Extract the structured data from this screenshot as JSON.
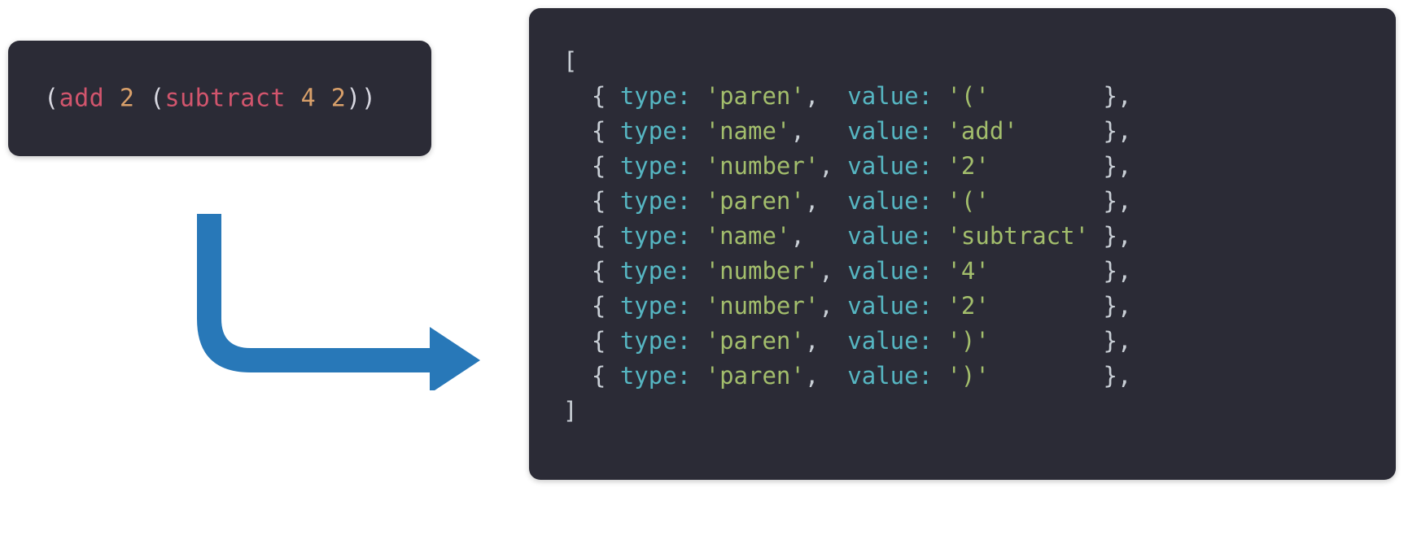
{
  "source": {
    "label": "source-code",
    "tokens": [
      {
        "text": "(",
        "kind": "paren"
      },
      {
        "text": "add",
        "kind": "name"
      },
      {
        "text": " ",
        "kind": "plain"
      },
      {
        "text": "2",
        "kind": "number"
      },
      {
        "text": " ",
        "kind": "plain"
      },
      {
        "text": "(",
        "kind": "paren"
      },
      {
        "text": "subtract",
        "kind": "name"
      },
      {
        "text": " ",
        "kind": "plain"
      },
      {
        "text": "4",
        "kind": "number"
      },
      {
        "text": " ",
        "kind": "plain"
      },
      {
        "text": "2",
        "kind": "number"
      },
      {
        "text": ")",
        "kind": "paren"
      },
      {
        "text": ")",
        "kind": "paren"
      }
    ],
    "plain_text": "(add 2 (subtract 4 2))"
  },
  "arrow": {
    "name": "flow-arrow",
    "direction": "down-then-right",
    "color": "#2878b8"
  },
  "tokens_output": {
    "open_bracket": "[",
    "close_bracket": "]",
    "rows": [
      {
        "type": "paren",
        "value": "("
      },
      {
        "type": "name",
        "value": "add"
      },
      {
        "type": "number",
        "value": "2"
      },
      {
        "type": "paren",
        "value": "("
      },
      {
        "type": "name",
        "value": "subtract"
      },
      {
        "type": "number",
        "value": "4"
      },
      {
        "type": "number",
        "value": "2"
      },
      {
        "type": "paren",
        "value": ")"
      },
      {
        "type": "paren",
        "value": ")"
      }
    ],
    "key_type": "type:",
    "key_value": "value:",
    "row_open": "{",
    "row_close": "},"
  },
  "colors": {
    "card_background": "#2b2b36",
    "page_background": "#ffffff",
    "arrow_blue": "#2878b8",
    "key_cyan": "#56b6c2",
    "string_green": "#a3be6c",
    "punct_grey": "#c9cfd6",
    "source_name_red": "#d2556d",
    "source_number_tan": "#d9a06a",
    "source_paren_grey": "#d7d7e0"
  }
}
